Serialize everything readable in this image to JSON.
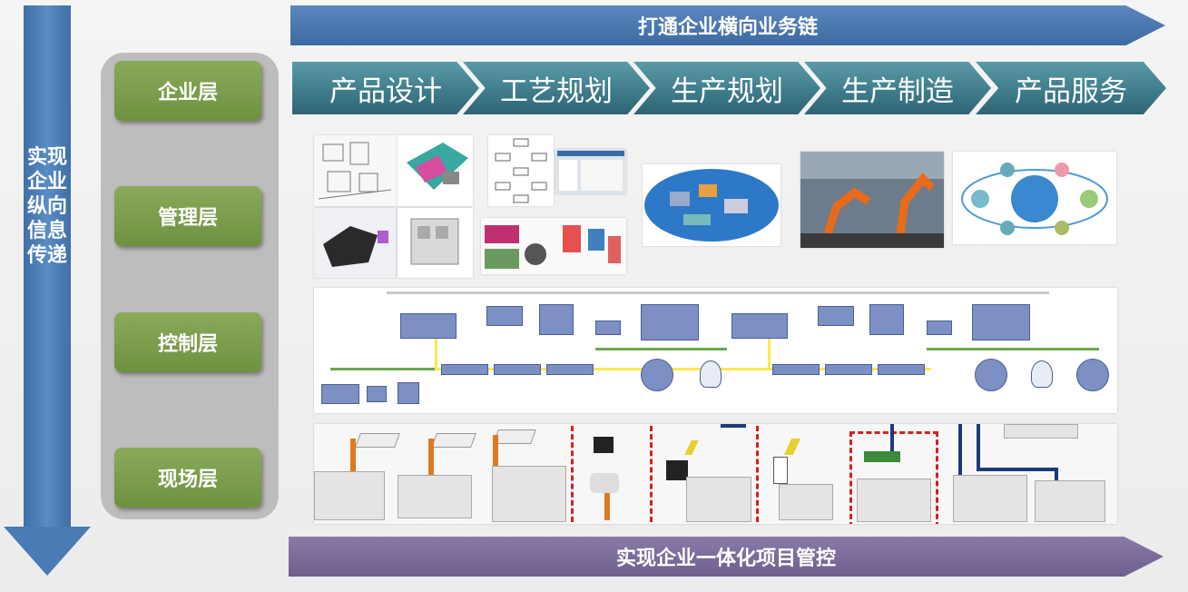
{
  "vertical_arrow": {
    "text": "实现企业纵向信息传递"
  },
  "layers": [
    {
      "label": "企业层"
    },
    {
      "label": "管理层"
    },
    {
      "label": "控制层"
    },
    {
      "label": "现场层"
    }
  ],
  "top_banner": {
    "text": "打通企业横向业务链"
  },
  "bottom_banner": {
    "text": "实现企业一体化项目管控"
  },
  "process_steps": [
    {
      "label": "产品设计"
    },
    {
      "label": "工艺规划"
    },
    {
      "label": "生产规划"
    },
    {
      "label": "生产制造"
    },
    {
      "label": "产品服务"
    }
  ],
  "colors": {
    "blue_arrow": "#4a7bb5",
    "layer_green": "#7a9b4d",
    "chevron_teal": "#3f7d8c",
    "bottom_purple": "#7d6e9a",
    "network_green": "#6aa84f",
    "network_yellow": "#ffe84d",
    "divider_red": "#d42020"
  }
}
